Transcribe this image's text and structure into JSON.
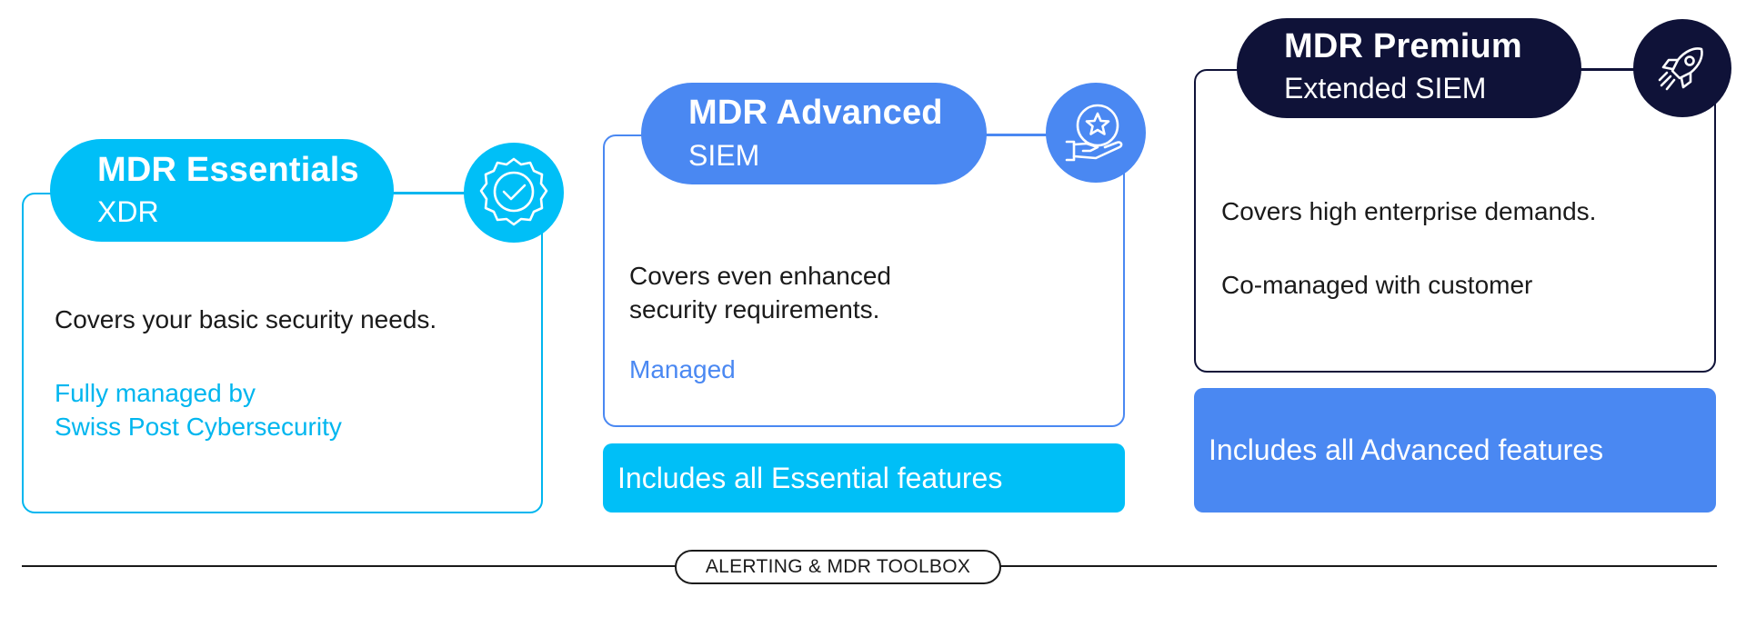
{
  "tiers": [
    {
      "title": "MDR Essentials",
      "subtitle": "XDR",
      "description": [
        "Covers your basic security needs."
      ],
      "note": [
        "Fully managed by",
        "Swiss Post Cybersecurity"
      ],
      "icon": "badge-check-icon",
      "color": "#00bff7"
    },
    {
      "title": "MDR Advanced",
      "subtitle": "SIEM",
      "description": [
        "Covers even enhanced",
        "security requirements."
      ],
      "note": [
        "Managed"
      ],
      "icon": "hand-star-icon",
      "includes": "Includes all Essential features",
      "color": "#4a88f2"
    },
    {
      "title": "MDR Premium",
      "subtitle": "Extended SIEM",
      "description": [
        "Covers high enterprise demands."
      ],
      "note": [
        "Co-managed with customer"
      ],
      "icon": "rocket-icon",
      "includes": "Includes all Advanced features",
      "color": "#0f1238"
    }
  ],
  "footer": {
    "label": "ALERTING & MDR TOOLBOX"
  }
}
